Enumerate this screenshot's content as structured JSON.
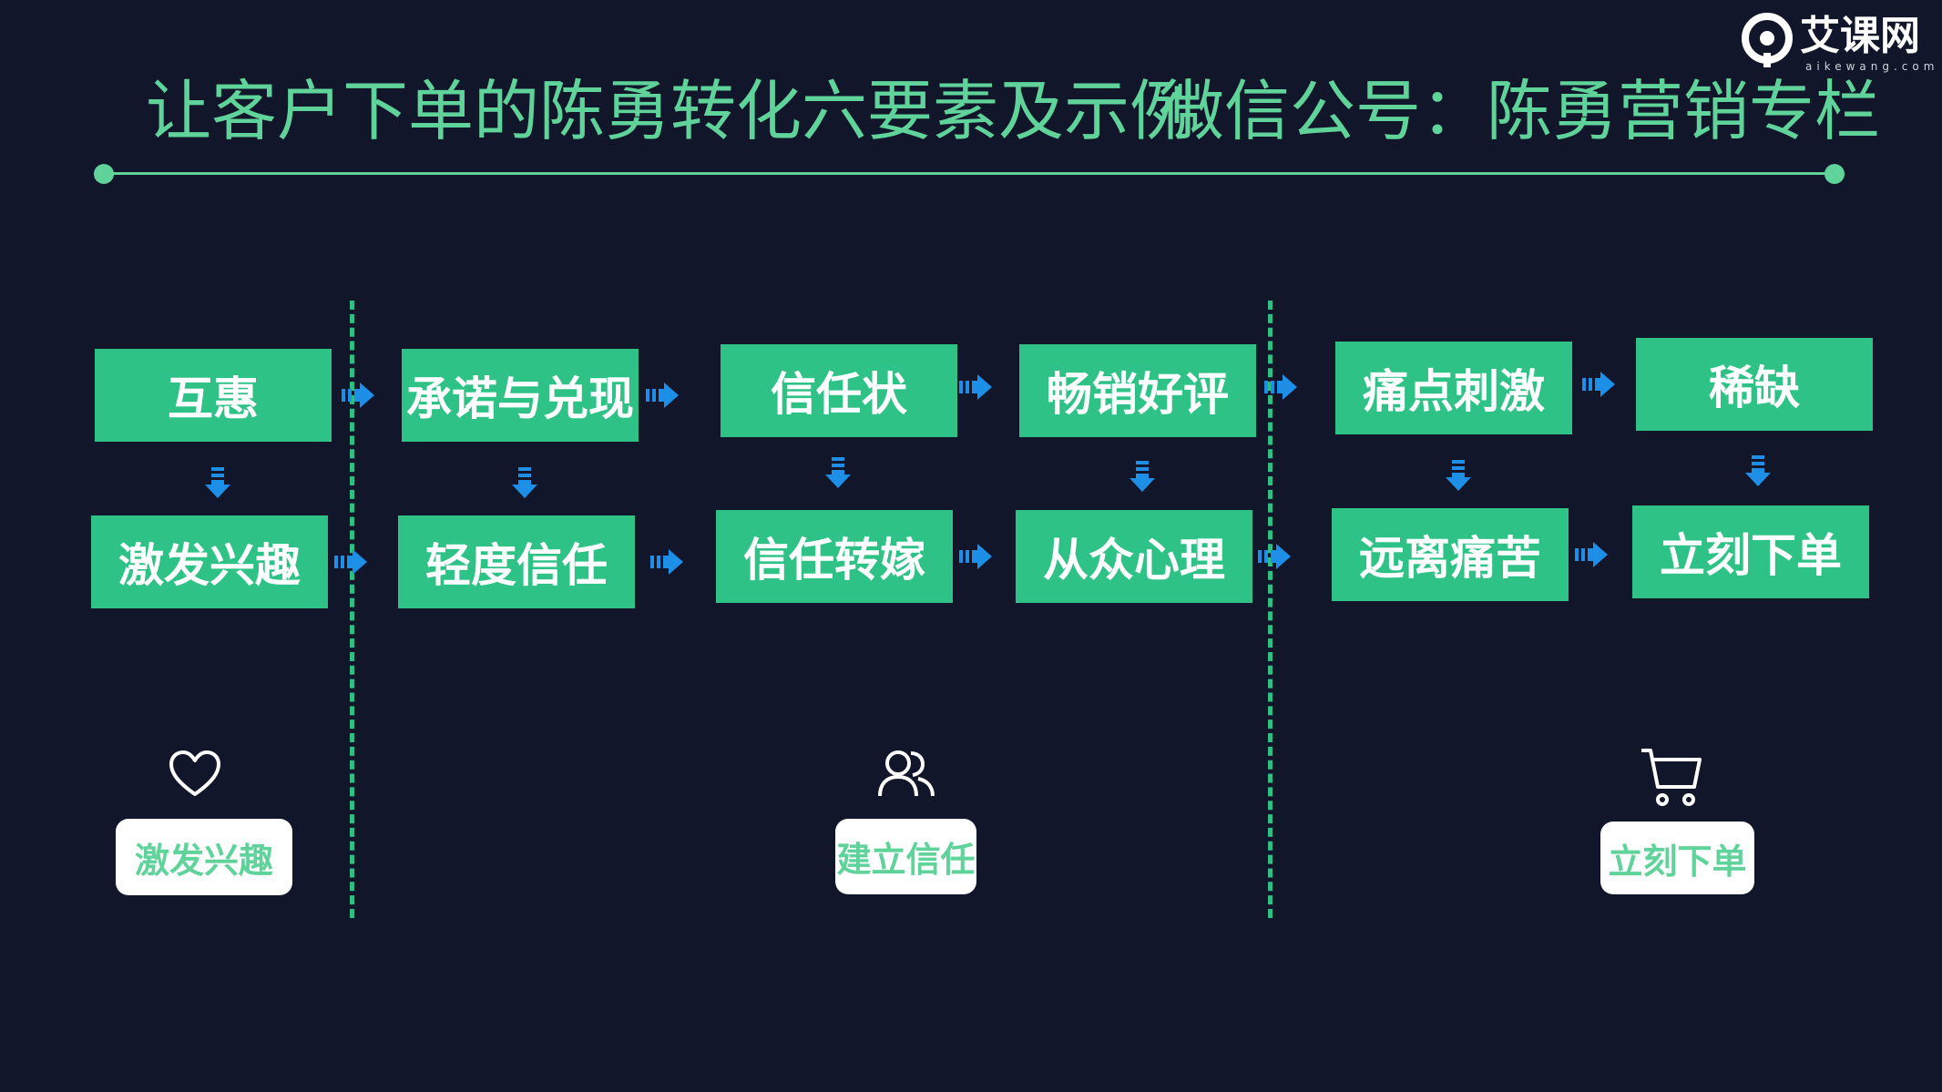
{
  "title": "让客户下单的陈勇转化六要素及示例",
  "subtitle": "微信公号：陈勇营销专栏",
  "logo": {
    "text": "艾课网",
    "sub": "aikewang.com"
  },
  "boxes": {
    "c1_top": "互惠",
    "c1_bottom": "激发兴趣",
    "c2_top": "承诺与兑现",
    "c2_bottom": "轻度信任",
    "c3_top": "信任状",
    "c3_bottom": "信任转嫁",
    "c4_top": "畅销好评",
    "c4_bottom": "从众心理",
    "c5_top": "痛点刺激",
    "c5_bottom": "远离痛苦",
    "c6_top": "稀缺",
    "c6_bottom": "立刻下单"
  },
  "categories": [
    {
      "label": "激发兴趣",
      "icon": "heart-icon"
    },
    {
      "label": "建立信任",
      "icon": "users-icon"
    },
    {
      "label": "立刻下单",
      "icon": "cart-icon"
    }
  ],
  "colors": {
    "background": "#11162a",
    "accent": "#2fc287",
    "title": "#5fd39a",
    "arrow": "#1e8fe6"
  }
}
